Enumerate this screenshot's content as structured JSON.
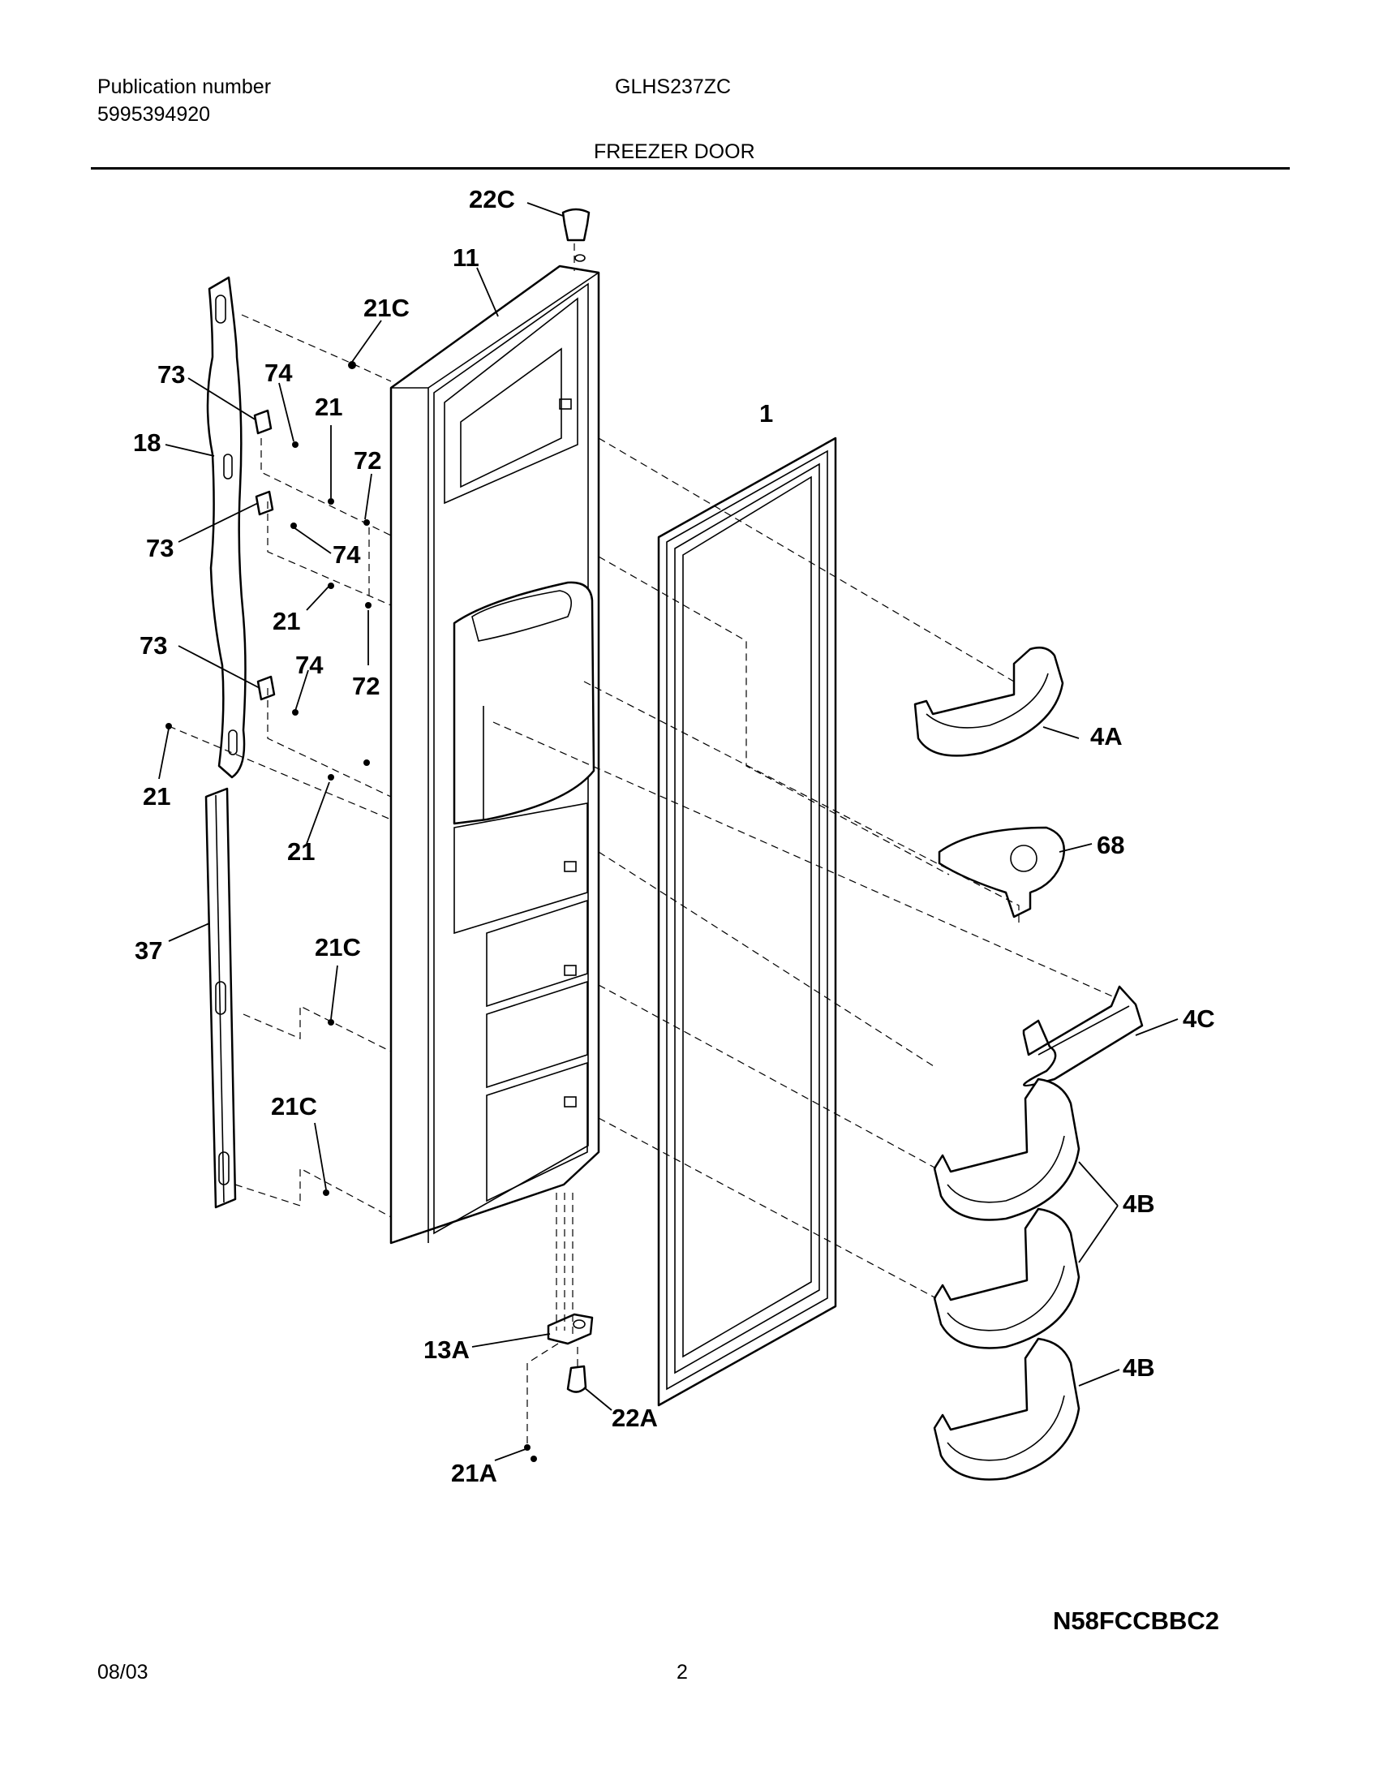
{
  "header": {
    "publication_label": "Publication number",
    "publication_number": "5995394920",
    "model": "GLHS237ZC",
    "section_title": "FREEZER DOOR"
  },
  "footer": {
    "drawing_code": "N58FCCBBC2",
    "date": "08/03",
    "page": "2"
  },
  "callouts": {
    "c22C_top": "22C",
    "c11": "11",
    "c21C_top": "21C",
    "c73_a": "73",
    "c74_a": "74",
    "c21_a": "21",
    "c72_a": "72",
    "c18": "18",
    "c1": "1",
    "c73_b": "73",
    "c74_b": "74",
    "c21_b": "21",
    "c73_c": "73",
    "c74_c": "74",
    "c72_b": "72",
    "c4A": "4A",
    "c21_c": "21",
    "c21_d": "21",
    "c68": "68",
    "c37": "37",
    "c21C_mid": "21C",
    "c4C": "4C",
    "c21C_low": "21C",
    "c4B_a": "4B",
    "c13A": "13A",
    "c4B_b": "4B",
    "c22A": "22A",
    "c21A": "21A"
  }
}
